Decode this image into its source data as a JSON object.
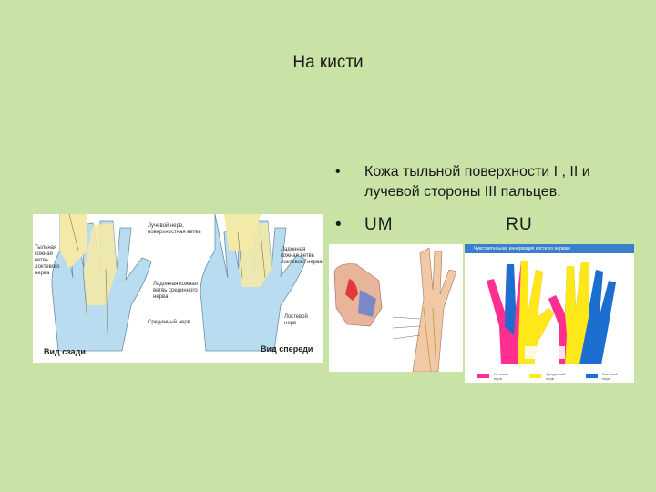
{
  "slide": {
    "title": "На кисти"
  },
  "bullets": [
    {
      "marker": "•",
      "text": "Кожа  тыльной поверхности I , II и лучевой стороны  III пальцев."
    },
    {
      "marker": "•",
      "left": "UM",
      "right": "RU"
    }
  ],
  "figure1": {
    "labels": {
      "radial": "Лучевой нерв, поверхностная ветвь",
      "dorsal_ulnar": "Тыльная кожная ветвь локтевого нерва",
      "palmar_median": "Ладонная кожная ветвь срединного нерва",
      "median": "Срединный нерв",
      "palmar_ulnar": "Ладонная кожная ветвь локтевого нерва",
      "ulnar": "Локтевой нерв"
    },
    "captions": {
      "back": "Вид сзади",
      "front": "Вид спереди"
    }
  },
  "figure3": {
    "header": "Чувствительная иннервация кисти по нервам",
    "legend": [
      "Лучевой нерв",
      "Срединный нерв",
      "Локтевой нерв"
    ]
  },
  "colors": {
    "background": "#c9e3a6",
    "radial": "#ff2f92",
    "median": "#ffe81a",
    "ulnar": "#1c6fd1"
  }
}
